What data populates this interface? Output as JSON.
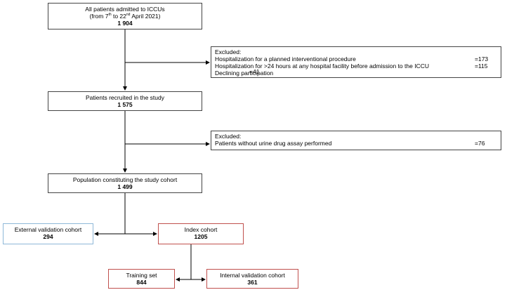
{
  "box1": {
    "line1": "All patients admitted to ICCUs",
    "from_prefix": "(from 7",
    "sup1": "th",
    "mid": " to 22",
    "sup2": "nd",
    "suffix": " April 2021)",
    "count": "1 904"
  },
  "excluded1": {
    "title": "Excluded:",
    "items": [
      {
        "label": "Hospitalization for a planned interventional procedure",
        "value": "=173"
      },
      {
        "label": "Hospitalization for >24 hours at any hospital facility before admission to the ICCU",
        "value": "=115"
      },
      {
        "label": "Declining participation",
        "value": "=41"
      }
    ]
  },
  "box2": {
    "label": "Patients recruited in the study",
    "count": "1 575"
  },
  "excluded2": {
    "title": "Excluded:",
    "items": [
      {
        "label": "Patients without urine drug assay performed",
        "value": "=76"
      }
    ]
  },
  "box3": {
    "label": "Population constituting the study cohort",
    "count": "1 499"
  },
  "external": {
    "label": "External validation cohort",
    "count": "294"
  },
  "index": {
    "label": "Index cohort",
    "count": "1205"
  },
  "training": {
    "label": "Training set",
    "count": "844"
  },
  "internal": {
    "label": "Internal validation cohort",
    "count": "361"
  },
  "colors": {
    "external_border": "#8fb8d8",
    "index_border": "#c0504d",
    "line": "#000000"
  }
}
